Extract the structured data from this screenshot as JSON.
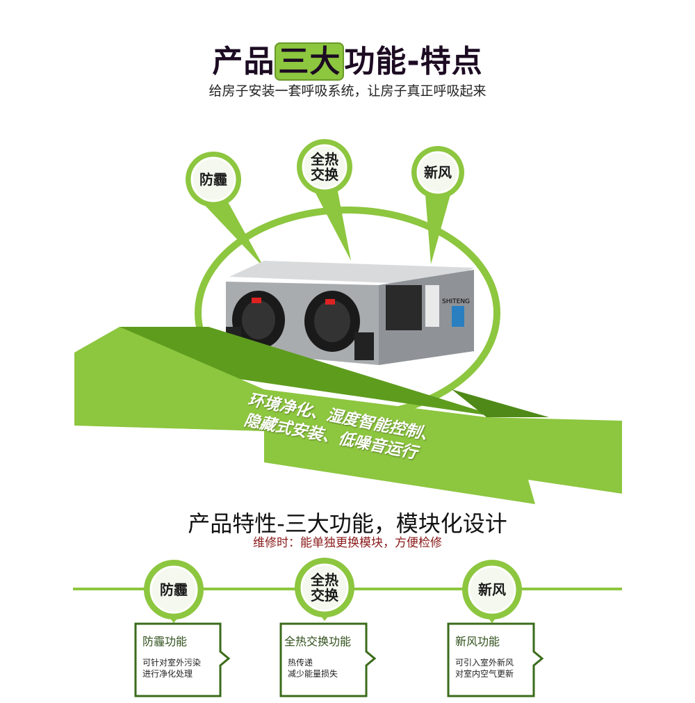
{
  "header": {
    "title_pre": "产品",
    "title_highlight": "三大",
    "title_post": "功能-特点",
    "subtitle": "给房子安装一套呼吸系统，让房子真正呼吸起来"
  },
  "pins": [
    {
      "label": "防霾"
    },
    {
      "label": "全热\n交换"
    },
    {
      "label": "新风"
    }
  ],
  "device": {
    "brand": "SHITENG"
  },
  "slogan": {
    "line1": "环境净化、湿度智能控制、",
    "line2": "隐藏式安装、低噪音运行"
  },
  "section2": {
    "title": "产品特性-三大功能，模块化设计",
    "subtitle": "维修时：能单独更换模块，方便检修"
  },
  "features": [
    {
      "icon_label": "防霾",
      "title": "防霾功能",
      "desc1": "可针对室外污染",
      "desc2": "进行净化处理"
    },
    {
      "icon_label": "全热\n交换",
      "title": "全热交换功能",
      "desc1": "热传递",
      "desc2": "减少能量损失"
    },
    {
      "icon_label": "新风",
      "title": "新风功能",
      "desc1": "可引入室外新风",
      "desc2": "对室内空气更新"
    }
  ],
  "colors": {
    "accent_green": "#8dc63f",
    "dark_green": "#3a6b1a",
    "title_dark": "#1c0b22",
    "subtitle_red": "#8b1a1a"
  }
}
